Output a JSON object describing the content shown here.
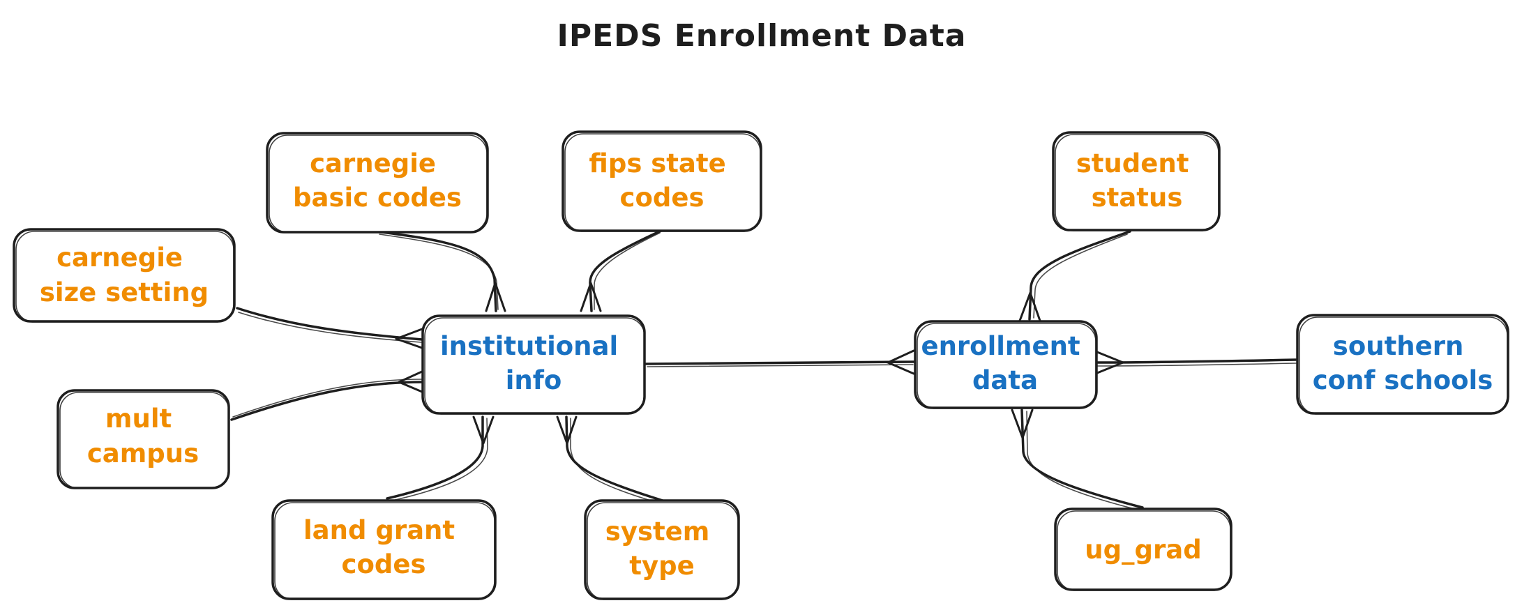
{
  "title": "IPEDS Enrollment Data",
  "colors": {
    "primary_entity": "#1971c2",
    "lookup_entity": "#f08c00",
    "stroke": "#1e1e1e",
    "background": "#ffffff"
  },
  "nodes": {
    "carnegie_basic": {
      "lines": [
        "carnegie",
        "basic codes"
      ]
    },
    "fips_state": {
      "lines": [
        "fips state",
        "codes"
      ]
    },
    "carnegie_size": {
      "lines": [
        "carnegie",
        "size setting"
      ]
    },
    "institutional_info": {
      "lines": [
        "institutional",
        "info"
      ]
    },
    "mult_campus": {
      "lines": [
        "mult",
        "campus"
      ]
    },
    "land_grant": {
      "lines": [
        "land grant",
        "codes"
      ]
    },
    "system_type": {
      "lines": [
        "system",
        "type"
      ]
    },
    "student_status": {
      "lines": [
        "student",
        "status"
      ]
    },
    "enrollment_data": {
      "lines": [
        "enrollment",
        "data"
      ]
    },
    "southern_conf": {
      "lines": [
        "southern",
        "conf schools"
      ]
    },
    "ug_grad": {
      "lines": [
        "ug_grad"
      ]
    }
  }
}
